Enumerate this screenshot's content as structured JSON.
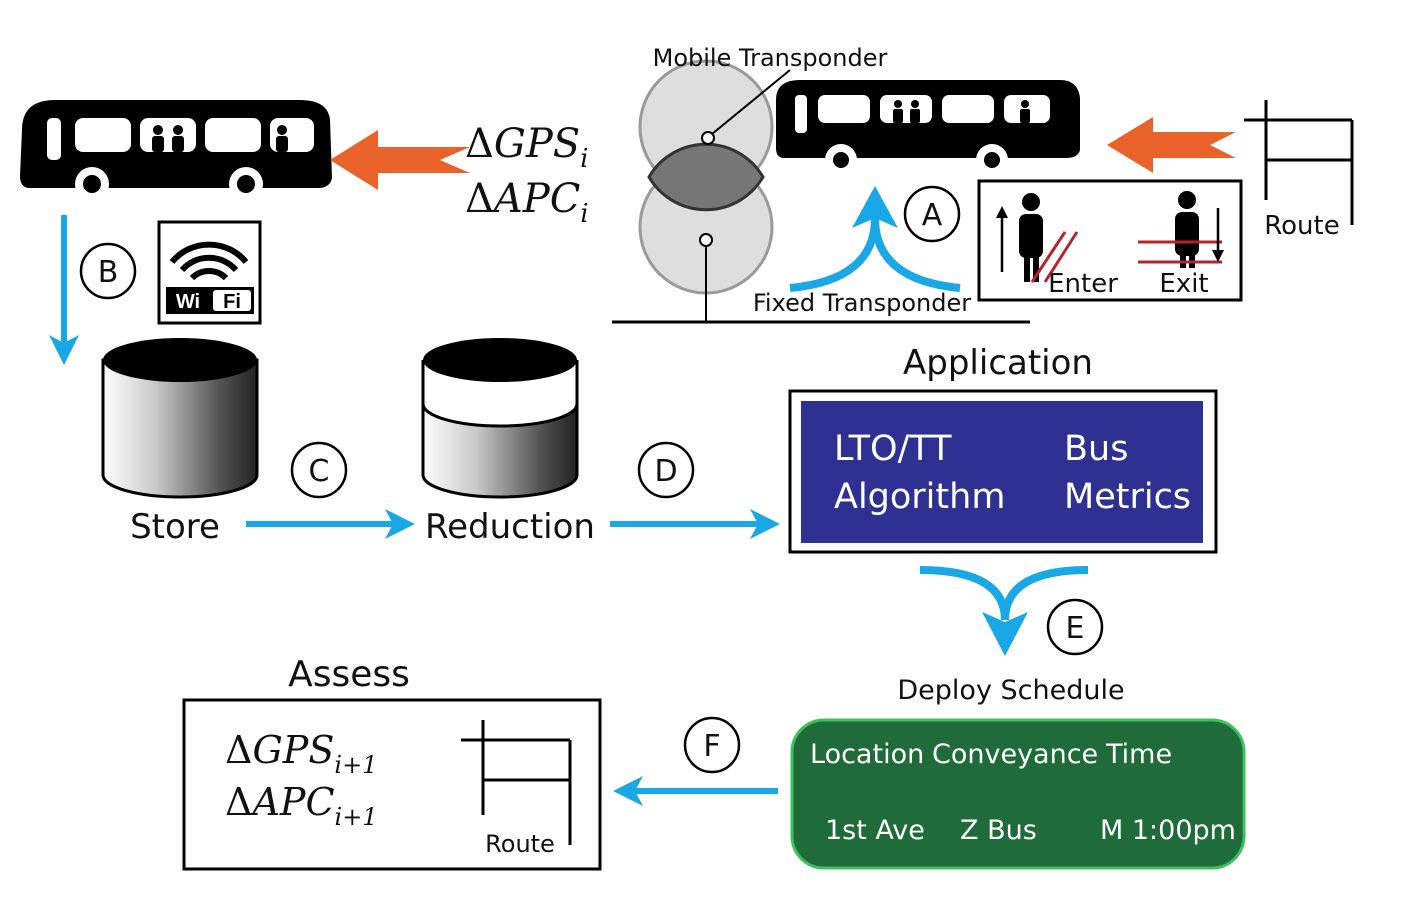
{
  "labels": {
    "mobile_transponder": "Mobile Transponder",
    "fixed_transponder": "Fixed Transponder",
    "route": "Route",
    "enter": "Enter",
    "exit": "Exit",
    "store": "Store",
    "reduction": "Reduction",
    "application": "Application",
    "deploy_schedule": "Deploy Schedule",
    "assess": "Assess"
  },
  "wifi_logo": {
    "left": "Wi",
    "right": "Fi"
  },
  "steps": {
    "a": "A",
    "b": "B",
    "c": "C",
    "d": "D",
    "e": "E",
    "f": "F"
  },
  "math": {
    "delta": "Δ",
    "gps": "GPS",
    "apc": "APC",
    "sub_i": "i",
    "sub_i1": "i+1"
  },
  "application_box": {
    "col1_line1": "LTO/TT",
    "col1_line2": "Algorithm",
    "col2_line1": "Bus",
    "col2_line2": "Metrics"
  },
  "schedule": {
    "headers": [
      "Location",
      "Conveyance",
      "Time"
    ],
    "row": [
      "1st Ave",
      "Z Bus",
      "M 1:00pm"
    ]
  },
  "colors": {
    "flow_arrow": "#1aa7e5",
    "data_arrow": "#e8622a",
    "application_bg": "#2e3192",
    "schedule_bg": "#1f6b3a",
    "bus": "#000000",
    "enter_exit_lines": "#b5252f"
  }
}
